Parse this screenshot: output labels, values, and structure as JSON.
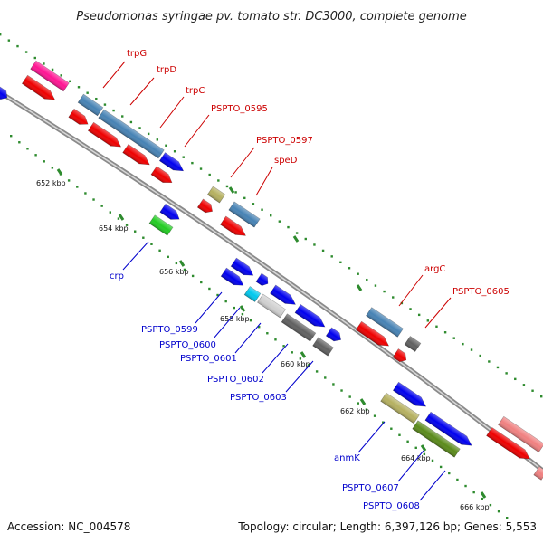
{
  "title": "Pseudomonas syringae pv. tomato str. DC3000, complete genome",
  "footer": {
    "accession": "Accession: NC_004578",
    "summary": "Topology: circular; Length: 6,397,126 bp; Genes: 5,553"
  },
  "scale_labels": [
    "652 kbp",
    "654 kbp",
    "656 kbp",
    "658 kbp",
    "660 kbp",
    "662 kbp",
    "664 kbp",
    "666 kbp"
  ],
  "top_labels": [
    "trpG",
    "trpD",
    "trpC",
    "PSPTO_0595",
    "PSPTO_0597",
    "speD",
    "argC",
    "PSPTO_0605"
  ],
  "bottom_labels": [
    "crp",
    "PSPTO_0599",
    "PSPTO_0600",
    "PSPTO_0601",
    "PSPTO_0602",
    "PSPTO_0603",
    "anmK",
    "PSPTO_0607",
    "PSPTO_0608"
  ],
  "colors": {
    "label_red": "#cc0000",
    "label_blue": "#0000cc",
    "backbone": "#8a8a8a",
    "dots": "#2e8b2e",
    "red": "#ee0000",
    "blue": "#0000ee",
    "steel": "#4682b4",
    "pink": "#ff1493",
    "olive": "#b5b060",
    "darkgreen": "#5a8a1a",
    "green": "#22cc22",
    "gray": "#606060",
    "light": "#d0d0d0",
    "cyan": "#00c8ee",
    "salmon": "#f08080"
  }
}
